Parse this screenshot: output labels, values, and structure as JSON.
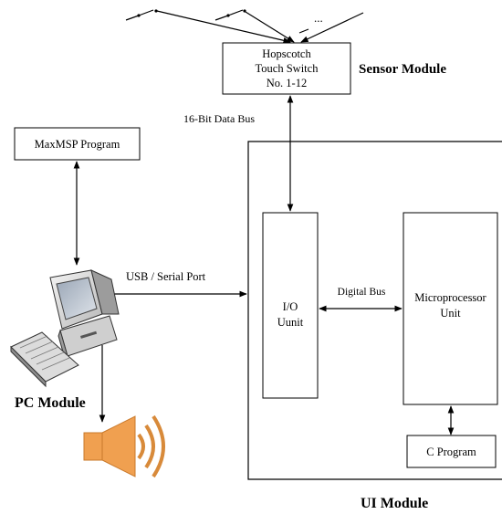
{
  "sensor": {
    "line1": "Hopscotch",
    "line2": "Touch Switch",
    "line3": "No. 1-12",
    "module_label": "Sensor Module",
    "ellipsis": "..."
  },
  "bus_16bit": "16-Bit Data Bus",
  "maxmsp": "MaxMSP Program",
  "usb_label": "USB / Serial Port",
  "io_unit": {
    "line1": "I/O",
    "line2": "Uunit"
  },
  "digital_bus": "Digital Bus",
  "micro": {
    "line1": "Microprocessor",
    "line2": "Unit"
  },
  "c_program": "C Program",
  "pc_module": "PC Module",
  "ui_module": "UI Module",
  "colors": {
    "speaker_fill": "#F0A050",
    "speaker_stroke": "#C8782A",
    "speaker_wave": "#D88A3A"
  }
}
